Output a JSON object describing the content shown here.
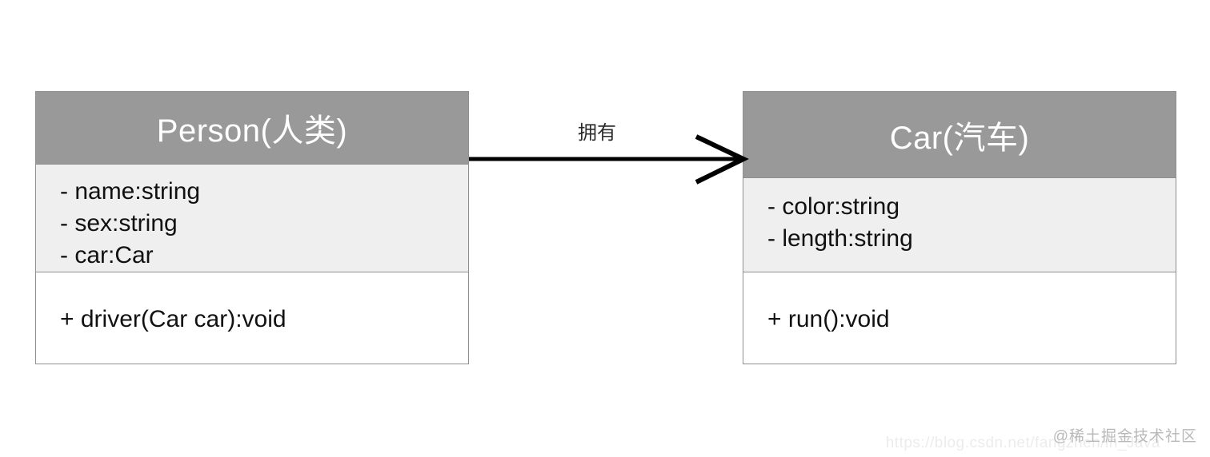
{
  "diagram": {
    "type": "uml-class-diagram",
    "background_color": "#ffffff",
    "header_fill": "#999999",
    "attributes_fill": "#efefef",
    "methods_fill": "#ffffff",
    "border_color": "#8f8f8f",
    "line_color": "#000000"
  },
  "classes": [
    {
      "id": "person",
      "title": "Person(人类)",
      "attributes": [
        "- name:string",
        "- sex:string",
        "- car:Car"
      ],
      "methods": [
        "+ driver(Car car):void"
      ]
    },
    {
      "id": "car",
      "title": "Car(汽车)",
      "attributes": [
        "- color:string",
        "- length:string"
      ],
      "methods": [
        "+ run():void"
      ]
    }
  ],
  "relationship": {
    "label": "拥有",
    "kind": "association-arrow",
    "from": "Person(人类)",
    "to": "Car(汽车)",
    "arrow_icon": "open-arrowhead-icon"
  },
  "watermarks": {
    "brand": "@稀土掘金技术社区",
    "url": "https://blog.csdn.net/fangzhen/in_Java"
  }
}
